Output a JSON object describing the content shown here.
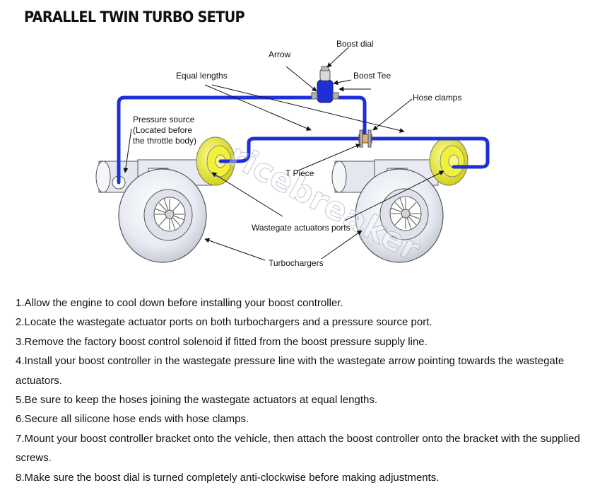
{
  "title": "PARALLEL TWIN TURBO SETUP",
  "labels": {
    "boost_dial": "Boost dial",
    "arrow": "Arrow",
    "boost_tee": "Boost Tee",
    "equal_lengths": "Equal lengths",
    "hose_clamps": "Hose clamps",
    "pressure_source_1": "Pressure source",
    "pressure_source_2": "(Located before",
    "pressure_source_3": "the throttle body)",
    "t_piece": "T Piece",
    "wastegate_ports": "Wastegate actuators ports",
    "turbochargers": "Turbochargers"
  },
  "watermark": "ricebreaker",
  "colors": {
    "hose": "#1f2fd6",
    "actuator": "#e6e62e",
    "housing": "#eef0f6"
  },
  "steps": [
    "1.Allow the engine to cool down before installing your boost controller.",
    "2.Locate the wastegate actuator ports on both turbochargers and a pressure source port.",
    "3.Remove the factory boost control solenoid if fitted from the boost pressure supply line.",
    "4.Install your boost controller in the wastegate pressure line with the wastegate arrow pointing towards the wastegate actuators.",
    "5.Be sure to keep the hoses joining the wastegate actuators at equal lengths.",
    "6.Secure all silicone hose ends with hose clamps.",
    "7.Mount your boost controller bracket onto the vehicle, then attach the boost controller onto the bracket with the supplied screws.",
    "8.Make sure the boost dial is turned completely anti-clockwise before making adjustments."
  ]
}
